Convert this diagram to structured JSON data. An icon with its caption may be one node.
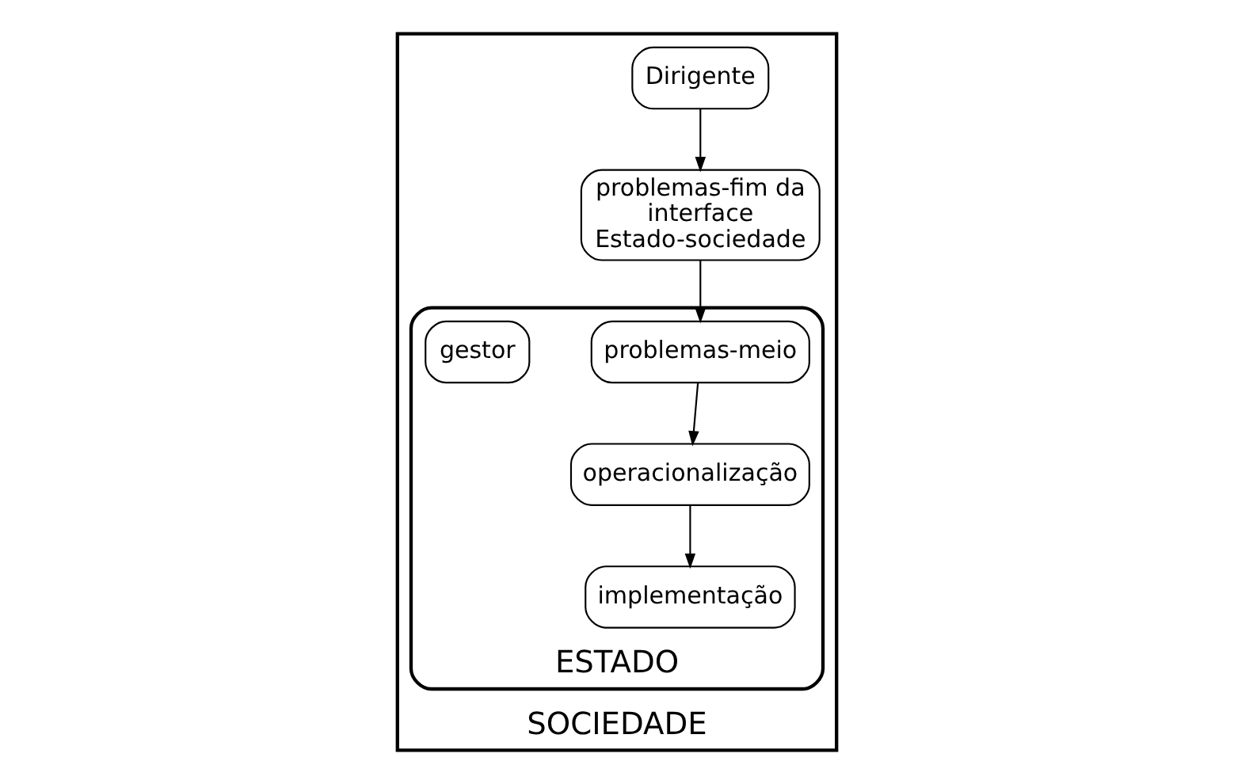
{
  "diagram": {
    "nodes": [
      {
        "text": [
          "SOCIEDADE"
        ]
      },
      {
        "text": [
          "ESTADO"
        ],
        "in": 0
      },
      {
        "text": [
          "Dirigente"
        ],
        "in": 0
      },
      {
        "text": [
          "problemas-fim da interface Estado-sociedade"
        ],
        "in": 0
      },
      {
        "text": [
          "operacionalização"
        ],
        "in": 1
      },
      {
        "text": [
          "problemas-meio"
        ],
        "in": 1
      },
      {
        "text": [
          "implementação"
        ],
        "in": 1
      },
      {
        "text": [
          "gestor"
        ],
        "in": 1
      }
    ],
    "edges": [
      {
        "from": 2,
        "to": 3,
        "arrow": "to"
      },
      {
        "from": 3,
        "to": 5,
        "arrow": "to"
      },
      {
        "from": 5,
        "to": 4,
        "arrow": "to"
      },
      {
        "from": 4,
        "to": 6,
        "arrow": "to"
      }
    ]
  }
}
